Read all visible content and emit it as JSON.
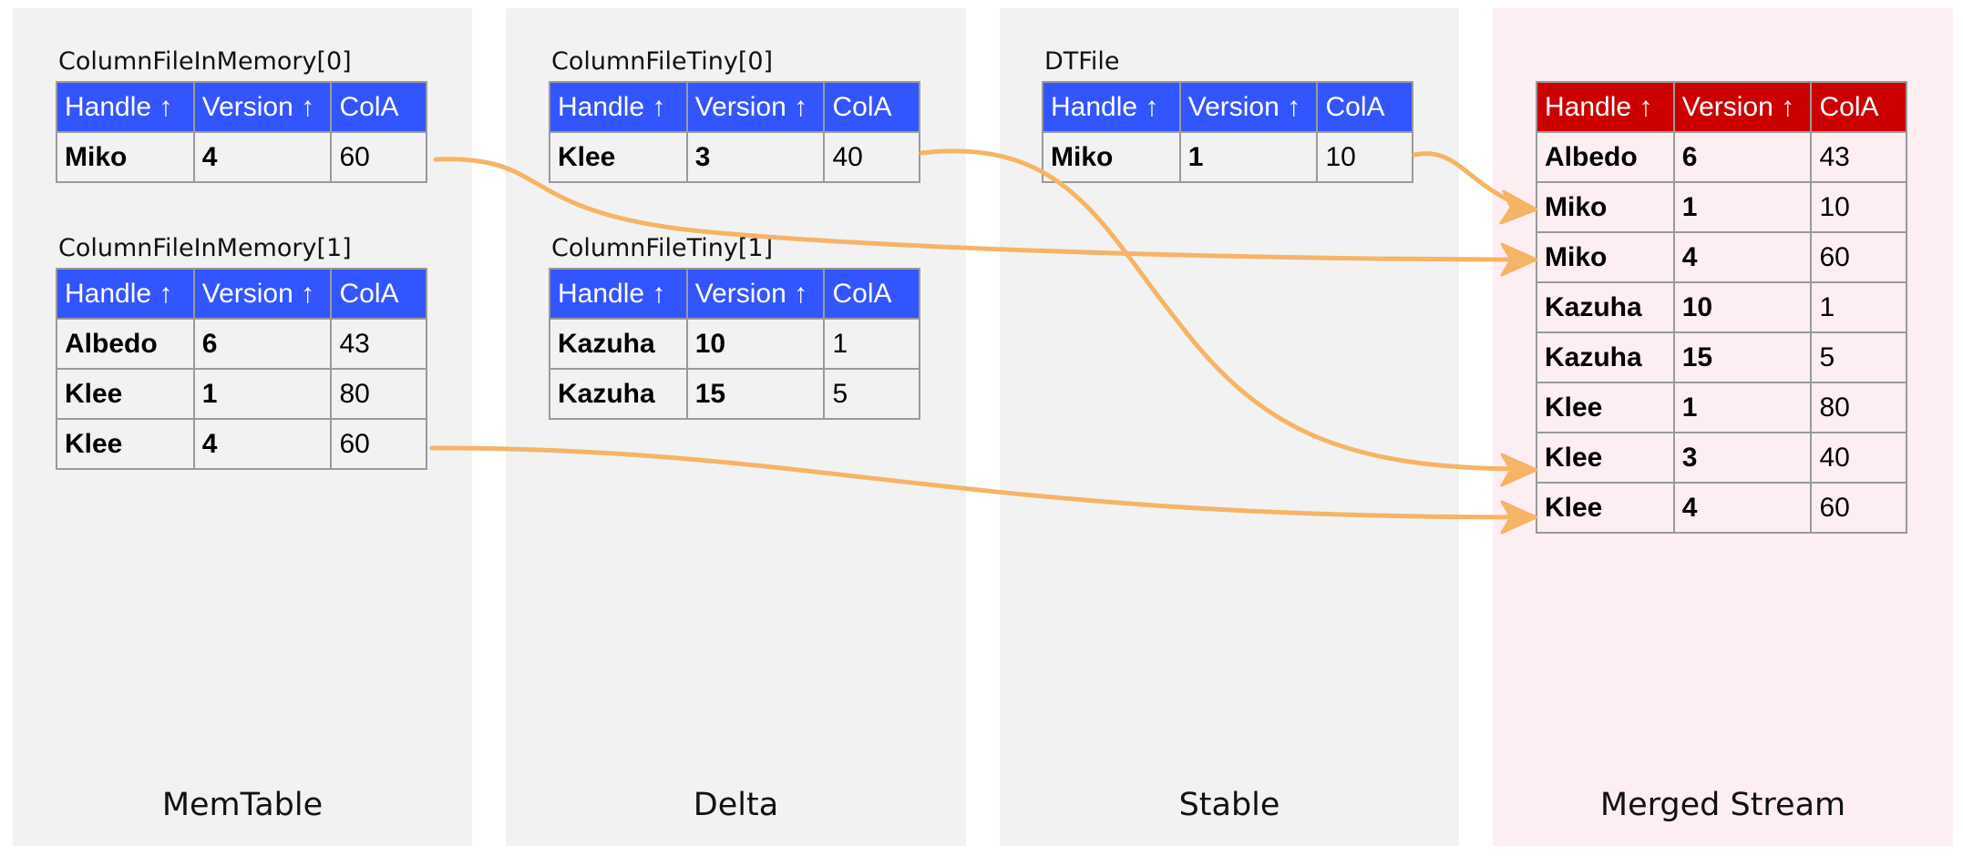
{
  "panels": {
    "memtable": "MemTable",
    "delta": "Delta",
    "stable": "Stable",
    "merged": "Merged Stream"
  },
  "header": {
    "handle": "Handle ↑",
    "version": "Version ↑",
    "cola": "ColA"
  },
  "tables": {
    "mem0": {
      "title": "ColumnFileInMemory[0]",
      "rows": [
        [
          "Miko",
          "4",
          "60"
        ]
      ]
    },
    "mem1": {
      "title": "ColumnFileInMemory[1]",
      "rows": [
        [
          "Albedo",
          "6",
          "43"
        ],
        [
          "Klee",
          "1",
          "80"
        ],
        [
          "Klee",
          "4",
          "60"
        ]
      ]
    },
    "tiny0": {
      "title": "ColumnFileTiny[0]",
      "rows": [
        [
          "Klee",
          "3",
          "40"
        ]
      ]
    },
    "tiny1": {
      "title": "ColumnFileTiny[1]",
      "rows": [
        [
          "Kazuha",
          "10",
          "1"
        ],
        [
          "Kazuha",
          "15",
          "5"
        ]
      ]
    },
    "dt": {
      "title": "DTFile",
      "rows": [
        [
          "Miko",
          "1",
          "10"
        ]
      ]
    },
    "merged": {
      "rows": [
        [
          "Albedo",
          "6",
          "43"
        ],
        [
          "Miko",
          "1",
          "10"
        ],
        [
          "Miko",
          "4",
          "60"
        ],
        [
          "Kazuha",
          "10",
          "1"
        ],
        [
          "Kazuha",
          "15",
          "5"
        ],
        [
          "Klee",
          "1",
          "80"
        ],
        [
          "Klee",
          "3",
          "40"
        ],
        [
          "Klee",
          "4",
          "60"
        ]
      ]
    }
  },
  "colors": {
    "header": "#3355ff",
    "merged_header": "#cc0000",
    "arrow": "#f5b466",
    "panel": "#f2f2f2",
    "merged_panel": "#fdeef2"
  }
}
